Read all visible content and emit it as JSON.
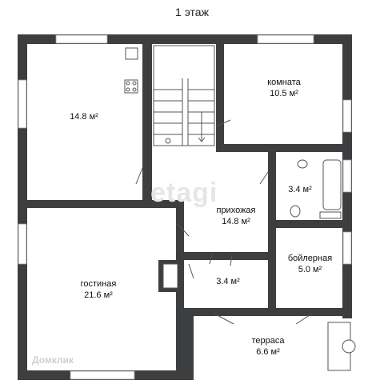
{
  "title": "1 этаж",
  "watermark": "etagi",
  "brand": "Домклик",
  "rooms": [
    {
      "name": "",
      "area": "14.8 м²"
    },
    {
      "name": "комната",
      "area": "10.5 м²"
    },
    {
      "name": "",
      "area": "3.4 м²"
    },
    {
      "name": "прихожая",
      "area": "14.8 м²"
    },
    {
      "name": "гостиная",
      "area": "21.6 м²"
    },
    {
      "name": "",
      "area": "3.4 м²"
    },
    {
      "name": "бойлерная",
      "area": "5.0 м²"
    },
    {
      "name": "терраса",
      "area": "6.6 м²"
    }
  ],
  "colors": {
    "wall": "#3d3e40",
    "window": "#ffffff",
    "fixture": "#555555"
  }
}
